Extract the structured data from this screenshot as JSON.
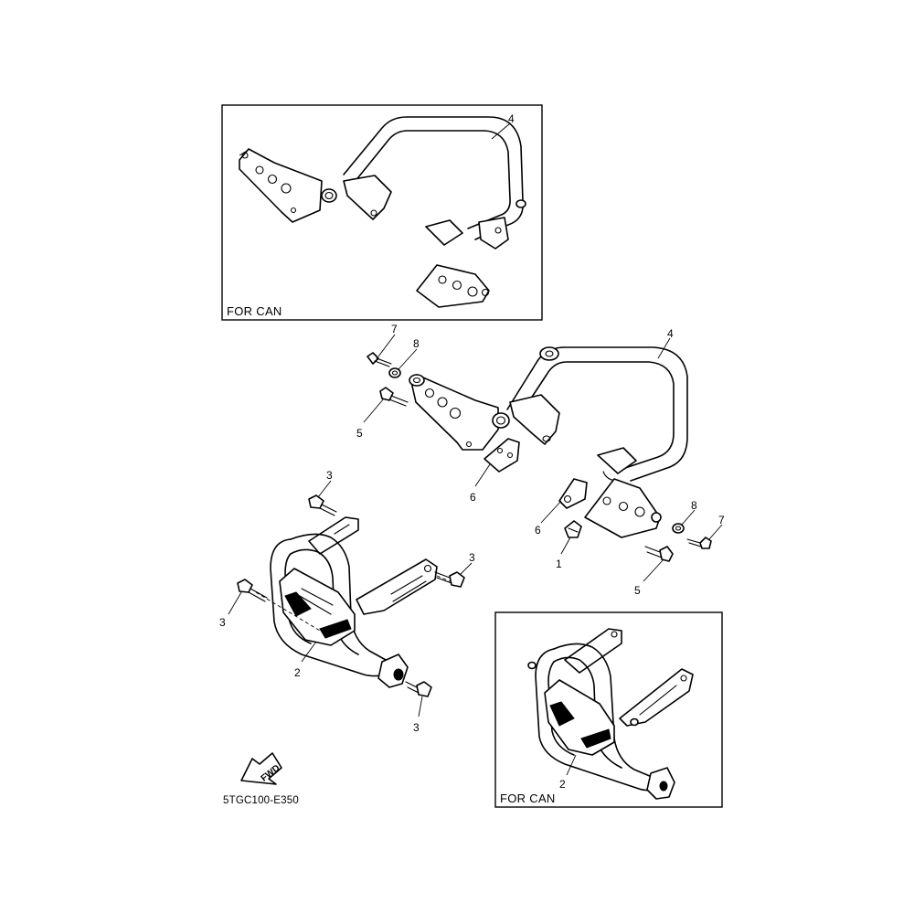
{
  "insets": {
    "top_caption": "FOR CAN",
    "bottom_caption": "FOR CAN"
  },
  "callouts": {
    "top_inset_4": "4",
    "main_4": "4",
    "main_7_left": "7",
    "main_8_left": "8",
    "main_5_left": "5",
    "main_6_left": "6",
    "main_6_right": "6",
    "main_1": "1",
    "main_8_right": "8",
    "main_7_right": "7",
    "main_5_right": "5",
    "guard_3_top": "3",
    "guard_3_right": "3",
    "guard_3_left": "3",
    "guard_3_bottom": "3",
    "guard_2": "2",
    "bottom_inset_2": "2"
  },
  "fwd_label": "FWD",
  "diagram_code": "5TGC100-E350"
}
